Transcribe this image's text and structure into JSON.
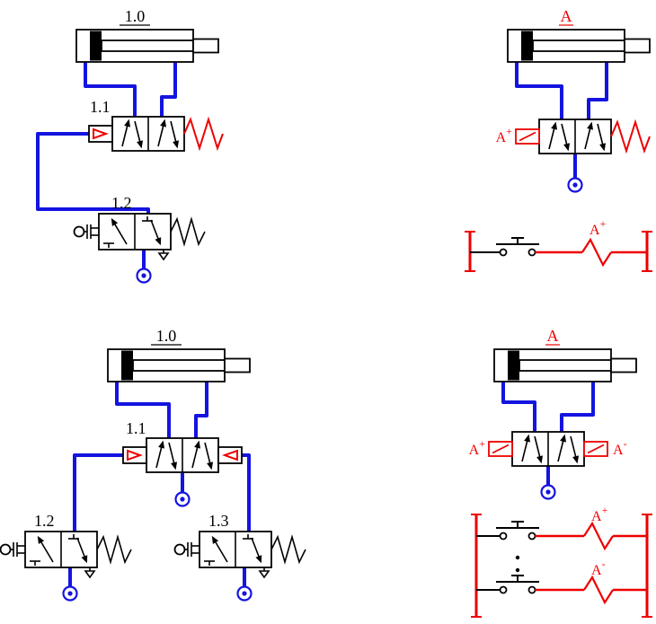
{
  "colors": {
    "tube_blue": "#1414E0",
    "signal_red": "#EE0000",
    "symbol_black": "#000000",
    "background": "#FFFFFF"
  },
  "circuits": {
    "pneumatic_single": {
      "cylinder_label": "1.0",
      "control_valve_label": "1.1",
      "button_valve_label": "1.2"
    },
    "electro_single": {
      "cylinder_label": "A",
      "solenoid_base": "A",
      "solenoid_sup": "+",
      "coil_base": "A",
      "coil_sup": "+"
    },
    "pneumatic_double": {
      "cylinder_label": "1.0",
      "control_valve_label": "1.1",
      "left_button_valve_label": "1.2",
      "right_button_valve_label": "1.3"
    },
    "electro_double": {
      "cylinder_label": "A",
      "solenoid_plus_base": "A",
      "solenoid_plus_sup": "+",
      "solenoid_minus_base": "A",
      "solenoid_minus_sup": "-",
      "coil_plus_base": "A",
      "coil_plus_sup": "+",
      "coil_minus_base": "A",
      "coil_minus_sup": "-"
    }
  }
}
